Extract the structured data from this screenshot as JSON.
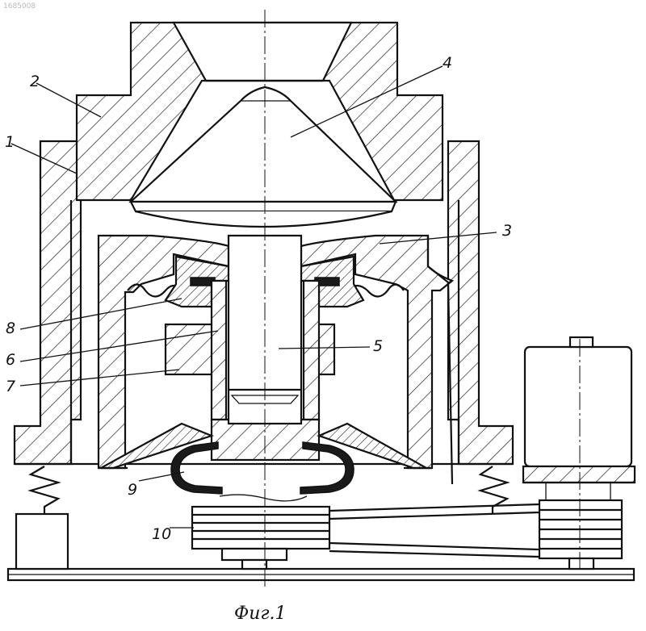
{
  "watermark": "1685008",
  "caption": "Фиг.1",
  "labels": {
    "l1": "1",
    "l2": "2",
    "l3": "3",
    "l4": "4",
    "l5": "5",
    "l6": "6",
    "l7": "7",
    "l8": "8",
    "l9": "9",
    "l10": "10"
  }
}
